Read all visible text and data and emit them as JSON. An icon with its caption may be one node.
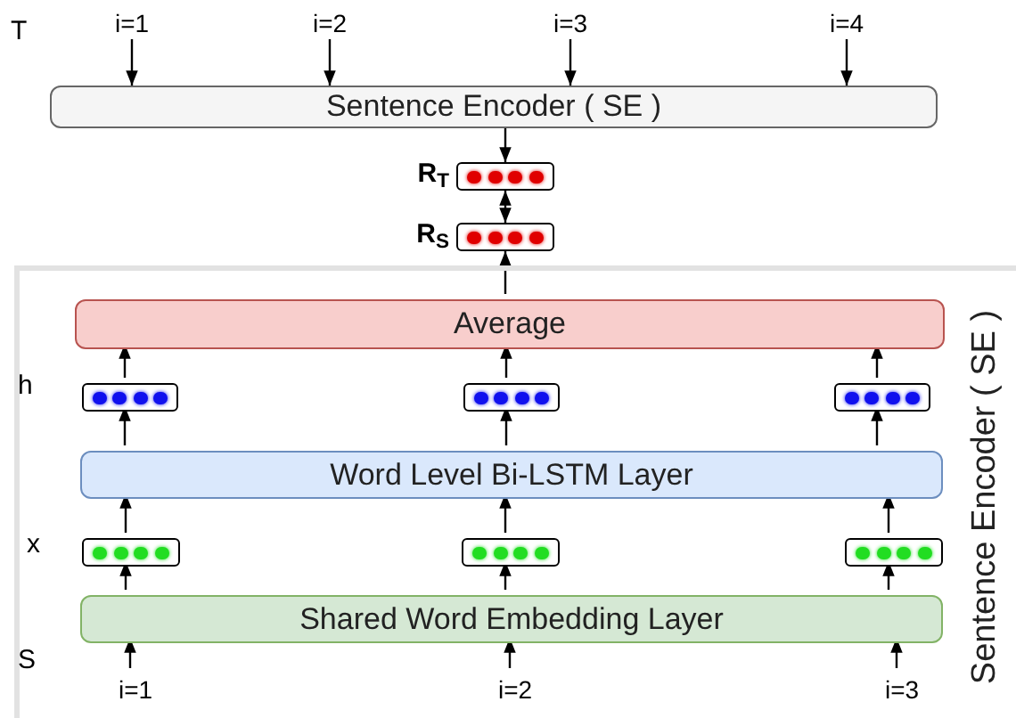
{
  "diagram": {
    "nodes": [
      {
        "text": [
          "i=1"
        ]
      },
      {
        "text": [
          "i=2"
        ]
      },
      {
        "text": [
          "i=3"
        ]
      },
      {
        "text": [
          "i=4"
        ]
      },
      {
        "text": [
          "Sentence Encoder ( SE )"
        ]
      },
      {
        "text": [],
        "shape": "box",
        "beside": [
          "R$_{T}$"
        ]
      },
      {
        "text": [],
        "shape": "box",
        "beside": [
          "R$_{S}$"
        ]
      },
      {
        "text": [
          "Sentence Encoder ( SE )"
        ]
      },
      {
        "text": [
          "Average"
        ],
        "in": 7
      },
      {
        "text": [],
        "shape": "box",
        "in": 7
      },
      {
        "text": [],
        "shape": "box",
        "in": 7
      },
      {
        "text": [],
        "shape": "box",
        "in": 7
      },
      {
        "text": [
          "Word Level Bi-LSTM Layer"
        ],
        "in": 7
      },
      {
        "text": [],
        "shape": "box",
        "in": 7
      },
      {
        "text": [],
        "shape": "box",
        "in": 7
      },
      {
        "text": [],
        "shape": "box",
        "in": 7
      },
      {
        "text": [
          "Shared Word Embedding Layer"
        ],
        "in": 7
      },
      {
        "text": [
          "i=1"
        ],
        "in": 7
      },
      {
        "text": [
          "i=2"
        ],
        "in": 7
      },
      {
        "text": [
          "i=3"
        ],
        "in": 7
      }
    ],
    "edges": [
      {
        "from": 0,
        "to": 4,
        "arrow": "to"
      },
      {
        "from": 1,
        "to": 4,
        "arrow": "to"
      },
      {
        "from": 2,
        "to": 4,
        "arrow": "to"
      },
      {
        "from": 3,
        "to": 4,
        "arrow": "to"
      },
      {
        "from": 4,
        "to": 5,
        "arrow": "to"
      },
      {
        "from": 5,
        "to": 6,
        "arrow": "both"
      },
      {
        "from": 8,
        "to": 6,
        "arrow": "to"
      },
      {
        "from": 9,
        "to": 8,
        "arrow": "to"
      },
      {
        "from": 10,
        "to": 8,
        "arrow": "to"
      },
      {
        "from": 11,
        "to": 8,
        "arrow": "to"
      },
      {
        "from": 12,
        "to": 9,
        "arrow": "to"
      },
      {
        "from": 12,
        "to": 10,
        "arrow": "to"
      },
      {
        "from": 12,
        "to": 11,
        "arrow": "to"
      },
      {
        "from": 13,
        "to": 12,
        "arrow": "to"
      },
      {
        "from": 14,
        "to": 12,
        "arrow": "to"
      },
      {
        "from": 15,
        "to": 12,
        "arrow": "to"
      },
      {
        "from": 16,
        "to": 13,
        "arrow": "to"
      },
      {
        "from": 16,
        "to": 14,
        "arrow": "to"
      },
      {
        "from": 16,
        "to": 15,
        "arrow": "to"
      },
      {
        "from": 17,
        "to": 16,
        "arrow": "to"
      },
      {
        "from": 18,
        "to": 16,
        "arrow": "to"
      },
      {
        "from": 19,
        "to": 16,
        "arrow": "to"
      }
    ],
    "labels": [
      "T",
      "h",
      "x",
      "S"
    ]
  }
}
